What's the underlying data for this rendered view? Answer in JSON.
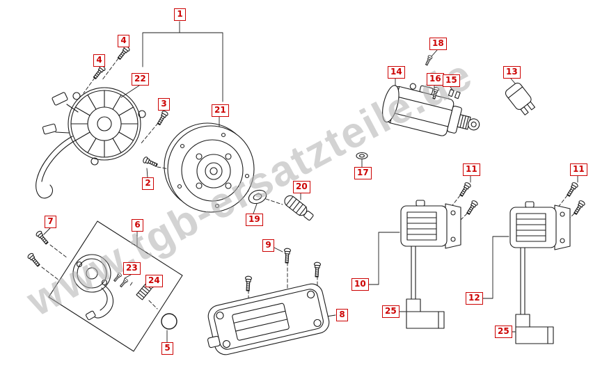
{
  "watermark": {
    "text": "www.tgb-ersatzteile.de"
  },
  "colors": {
    "callout_red": "#cc0000",
    "line_black": "#1a1a1a",
    "watermark_gray": "#b0b0b0"
  },
  "callouts": [
    {
      "num": "1"
    },
    {
      "num": "4"
    },
    {
      "num": "4"
    },
    {
      "num": "22"
    },
    {
      "num": "3"
    },
    {
      "num": "21"
    },
    {
      "num": "2"
    },
    {
      "num": "19"
    },
    {
      "num": "20"
    },
    {
      "num": "18"
    },
    {
      "num": "14"
    },
    {
      "num": "16"
    },
    {
      "num": "15"
    },
    {
      "num": "13"
    },
    {
      "num": "17"
    },
    {
      "num": "11"
    },
    {
      "num": "11"
    },
    {
      "num": "9"
    },
    {
      "num": "10"
    },
    {
      "num": "12"
    },
    {
      "num": "8"
    },
    {
      "num": "25"
    },
    {
      "num": "25"
    },
    {
      "num": "7"
    },
    {
      "num": "6"
    },
    {
      "num": "23"
    },
    {
      "num": "24"
    },
    {
      "num": "5"
    }
  ]
}
